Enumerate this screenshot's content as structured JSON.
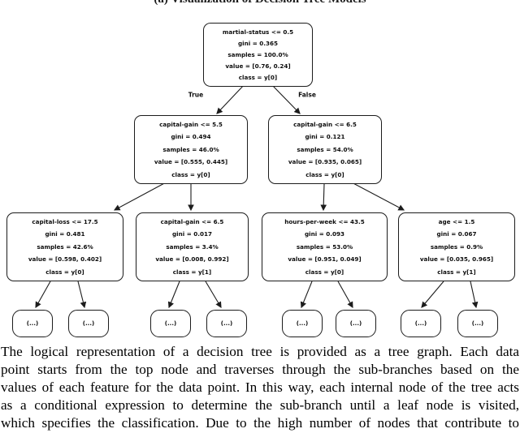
{
  "caption_top": "(a) Visualization of Decision Tree Models",
  "edge_labels": {
    "true_label": "True",
    "false_label": "False"
  },
  "tree": {
    "nodes": [
      {
        "id": "root",
        "condition": "martial-status <= 0.5",
        "gini": "gini = 0.365",
        "samples": "samples = 100.0%",
        "value": "value = [0.76, 0.24]",
        "class": "class = y[0]"
      },
      {
        "id": "l2-left",
        "condition": "capital-gain <= 5.5",
        "gini": "gini = 0.494",
        "samples": "samples = 46.0%",
        "value": "value = [0.555, 0.445]",
        "class": "class = y[0]"
      },
      {
        "id": "l2-right",
        "condition": "capital-gain <= 6.5",
        "gini": "gini = 0.121",
        "samples": "samples = 54.0%",
        "value": "value = [0.935, 0.065]",
        "class": "class = y[0]"
      },
      {
        "id": "l3-a",
        "condition": "capital-loss <= 17.5",
        "gini": "gini = 0.481",
        "samples": "samples = 42.6%",
        "value": "value = [0.598, 0.402]",
        "class": "class = y[0]"
      },
      {
        "id": "l3-b",
        "condition": "capital-gain <= 6.5",
        "gini": "gini = 0.017",
        "samples": "samples = 3.4%",
        "value": "value = [0.008, 0.992]",
        "class": "class = y[1]"
      },
      {
        "id": "l3-c",
        "condition": "hours-per-week <= 43.5",
        "gini": "gini = 0.093",
        "samples": "samples = 53.0%",
        "value": "value = [0.951, 0.049]",
        "class": "class = y[0]"
      },
      {
        "id": "l3-d",
        "condition": "age <= 1.5",
        "gini": "gini = 0.067",
        "samples": "samples = 0.9%",
        "value": "value = [0.035, 0.965]",
        "class": "class = y[1]"
      }
    ],
    "leaf_label": "(...)",
    "leaf_count": 8
  },
  "paragraph": {
    "lines": [
      "The logical representation of a decision tree is provided as a tree graph.  Each data",
      "point starts from the top node and traverses through the sub-branches based on the",
      "values of each feature for the data point. In this way, each internal node of the tree acts",
      "as a conditional expression to determine the sub-branch until a leaf node is visited,",
      "which specifies the classification.  Due to the high number of nodes that contribute to"
    ]
  },
  "colors": {
    "background": "#ffffff",
    "line": "#1c1c1c",
    "text": "#000000"
  }
}
